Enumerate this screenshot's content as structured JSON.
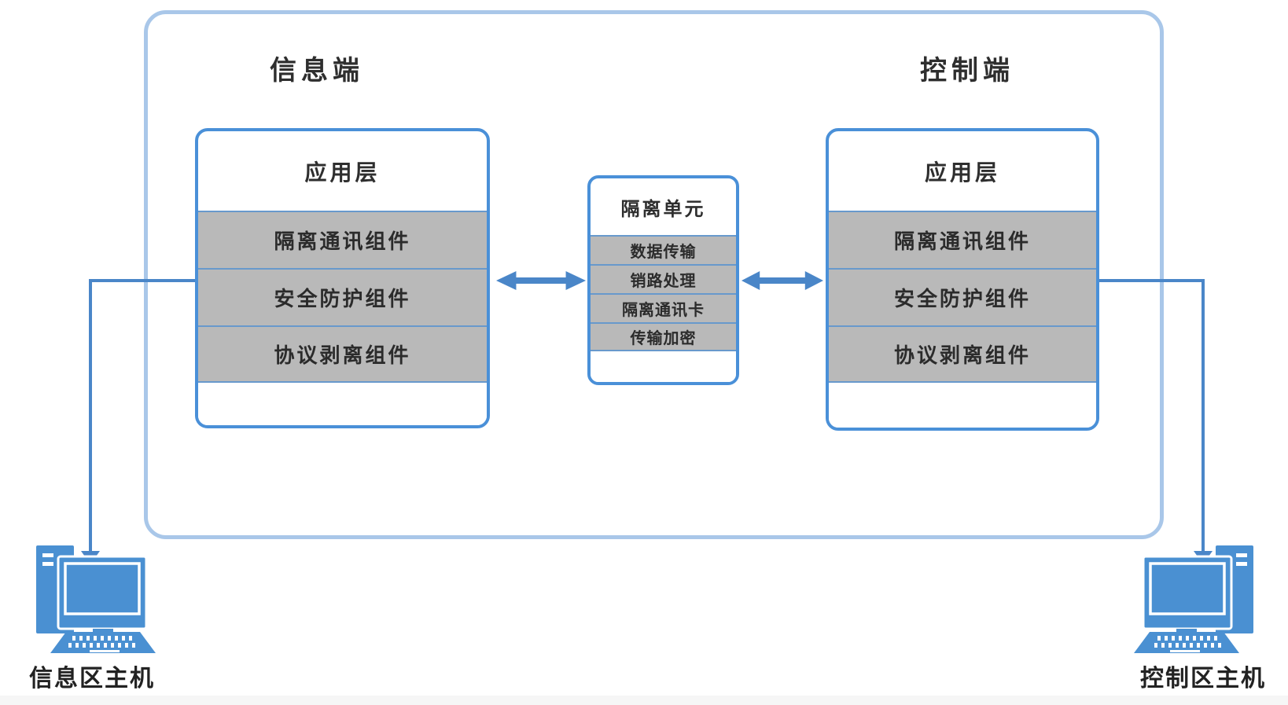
{
  "diagram": {
    "sections": {
      "info_side_title": "信息端",
      "control_side_title": "控制端"
    },
    "left_stack": {
      "header": "应用层",
      "rows": [
        "隔离通讯组件",
        "安全防护组件",
        "协议剥离组件"
      ]
    },
    "right_stack": {
      "header": "应用层",
      "rows": [
        "隔离通讯组件",
        "安全防护组件",
        "协议剥离组件"
      ]
    },
    "isolation_unit": {
      "header": "隔离单元",
      "rows": [
        "数据传输",
        "销路处理",
        "隔离通讯卡",
        "传输加密"
      ]
    },
    "hosts": {
      "left_label": "信息区主机",
      "right_label": "控制区主机"
    },
    "colors": {
      "outer_border": "#a9c7e9",
      "box_border": "#4a90d8",
      "row_fill": "#b9b9b9",
      "row_divider": "#6899cc",
      "arrow": "#4a86c8",
      "computer": "#4a90d2",
      "text": "#2e2e2e"
    }
  }
}
